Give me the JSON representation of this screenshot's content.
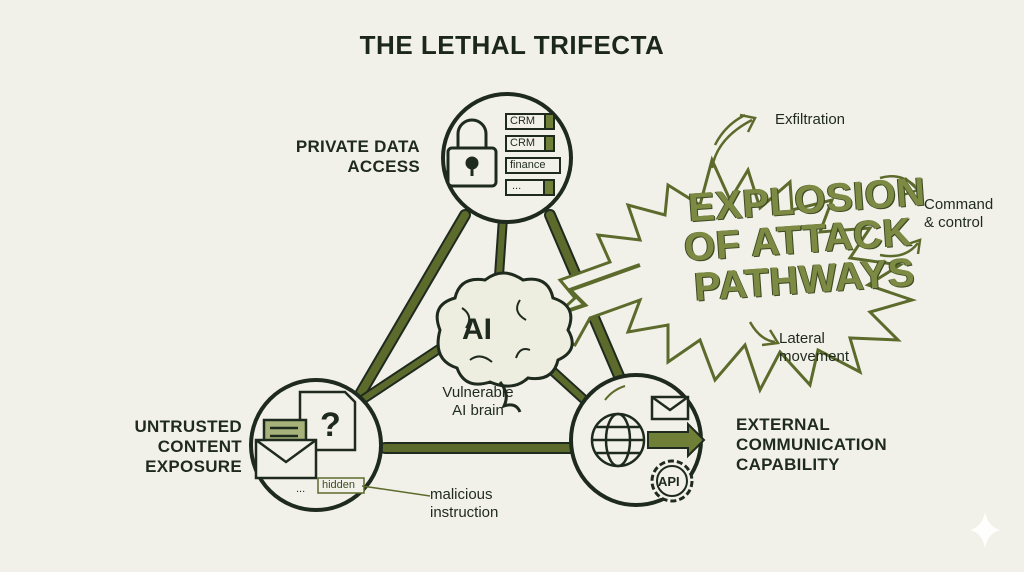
{
  "title": "THE LETHAL TRIFECTA",
  "nodes": {
    "private_data": {
      "label_line1": "PRIVATE DATA",
      "label_line2": "ACCESS",
      "records": [
        "CRM",
        "CRM",
        "finance",
        "..."
      ]
    },
    "untrusted": {
      "label_line1": "UNTRUSTED",
      "label_line2": "CONTENT",
      "label_line3": "EXPOSURE",
      "hidden_tag": "hidden"
    },
    "external": {
      "label_line1": "EXTERNAL",
      "label_line2": "COMMUNICATION",
      "label_line3": "CAPABILITY",
      "mail_icon": "envelope-icon",
      "api_text": "API"
    }
  },
  "brain": {
    "text": "AI",
    "caption_line1": "Vulnerable",
    "caption_line2": "AI brain"
  },
  "malicious": {
    "line1": "malicious",
    "line2": "instruction"
  },
  "explosion": {
    "line1": "EXPLOSION",
    "line2": "OF ATTACK",
    "line3": "PATHWAYS"
  },
  "pathways": {
    "exfiltration": "Exfiltration",
    "command_line1": "Command",
    "command_line2": "& control",
    "lateral_line1": "Lateral",
    "lateral_line2": "movement"
  },
  "colors": {
    "accent": "#5c6b2c",
    "dark": "#1f2a1f",
    "background": "#f2f1e9",
    "explosion": "#7c8a44"
  }
}
